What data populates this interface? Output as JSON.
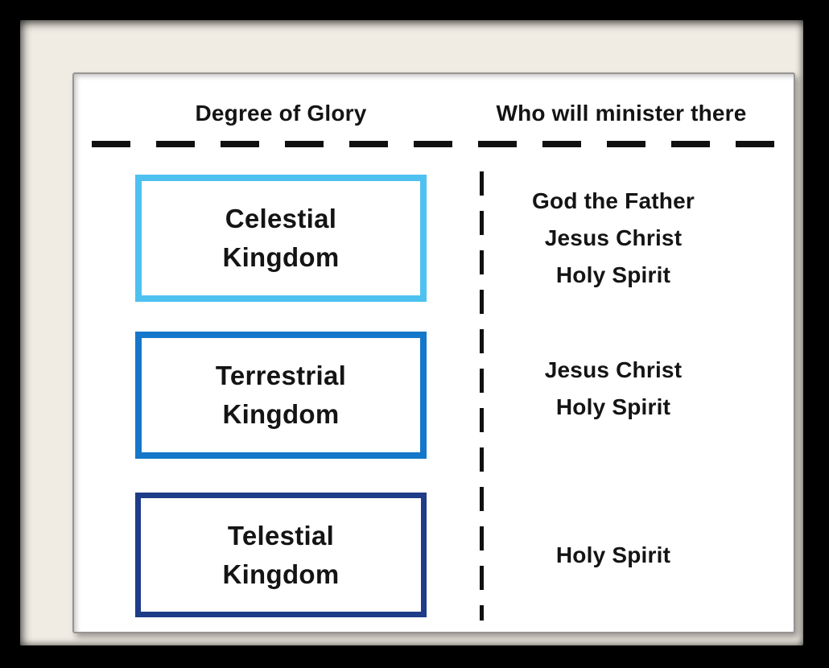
{
  "frame": {
    "background_color": "#000000",
    "mat_color": "#f0ece4",
    "panel_color": "#ffffff",
    "divider_color": "#101010",
    "text_color": "#141414"
  },
  "diagram": {
    "columns": [
      {
        "header": "Degree of Glory"
      },
      {
        "header": "Who will minister there"
      }
    ],
    "rows": [
      {
        "kingdom_line1": "Celestial",
        "kingdom_line2": "Kingdom",
        "box_border_color": "#4ec1f1",
        "ministers": [
          "God the Father",
          "Jesus Christ",
          "Holy Spirit"
        ]
      },
      {
        "kingdom_line1": "Terrestrial",
        "kingdom_line2": "Kingdom",
        "box_border_color": "#1577c9",
        "ministers": [
          "Jesus Christ",
          "Holy Spirit"
        ]
      },
      {
        "kingdom_line1": "Telestial",
        "kingdom_line2": "Kingdom",
        "box_border_color": "#1e3c87",
        "ministers": [
          "Holy Spirit"
        ]
      }
    ]
  }
}
